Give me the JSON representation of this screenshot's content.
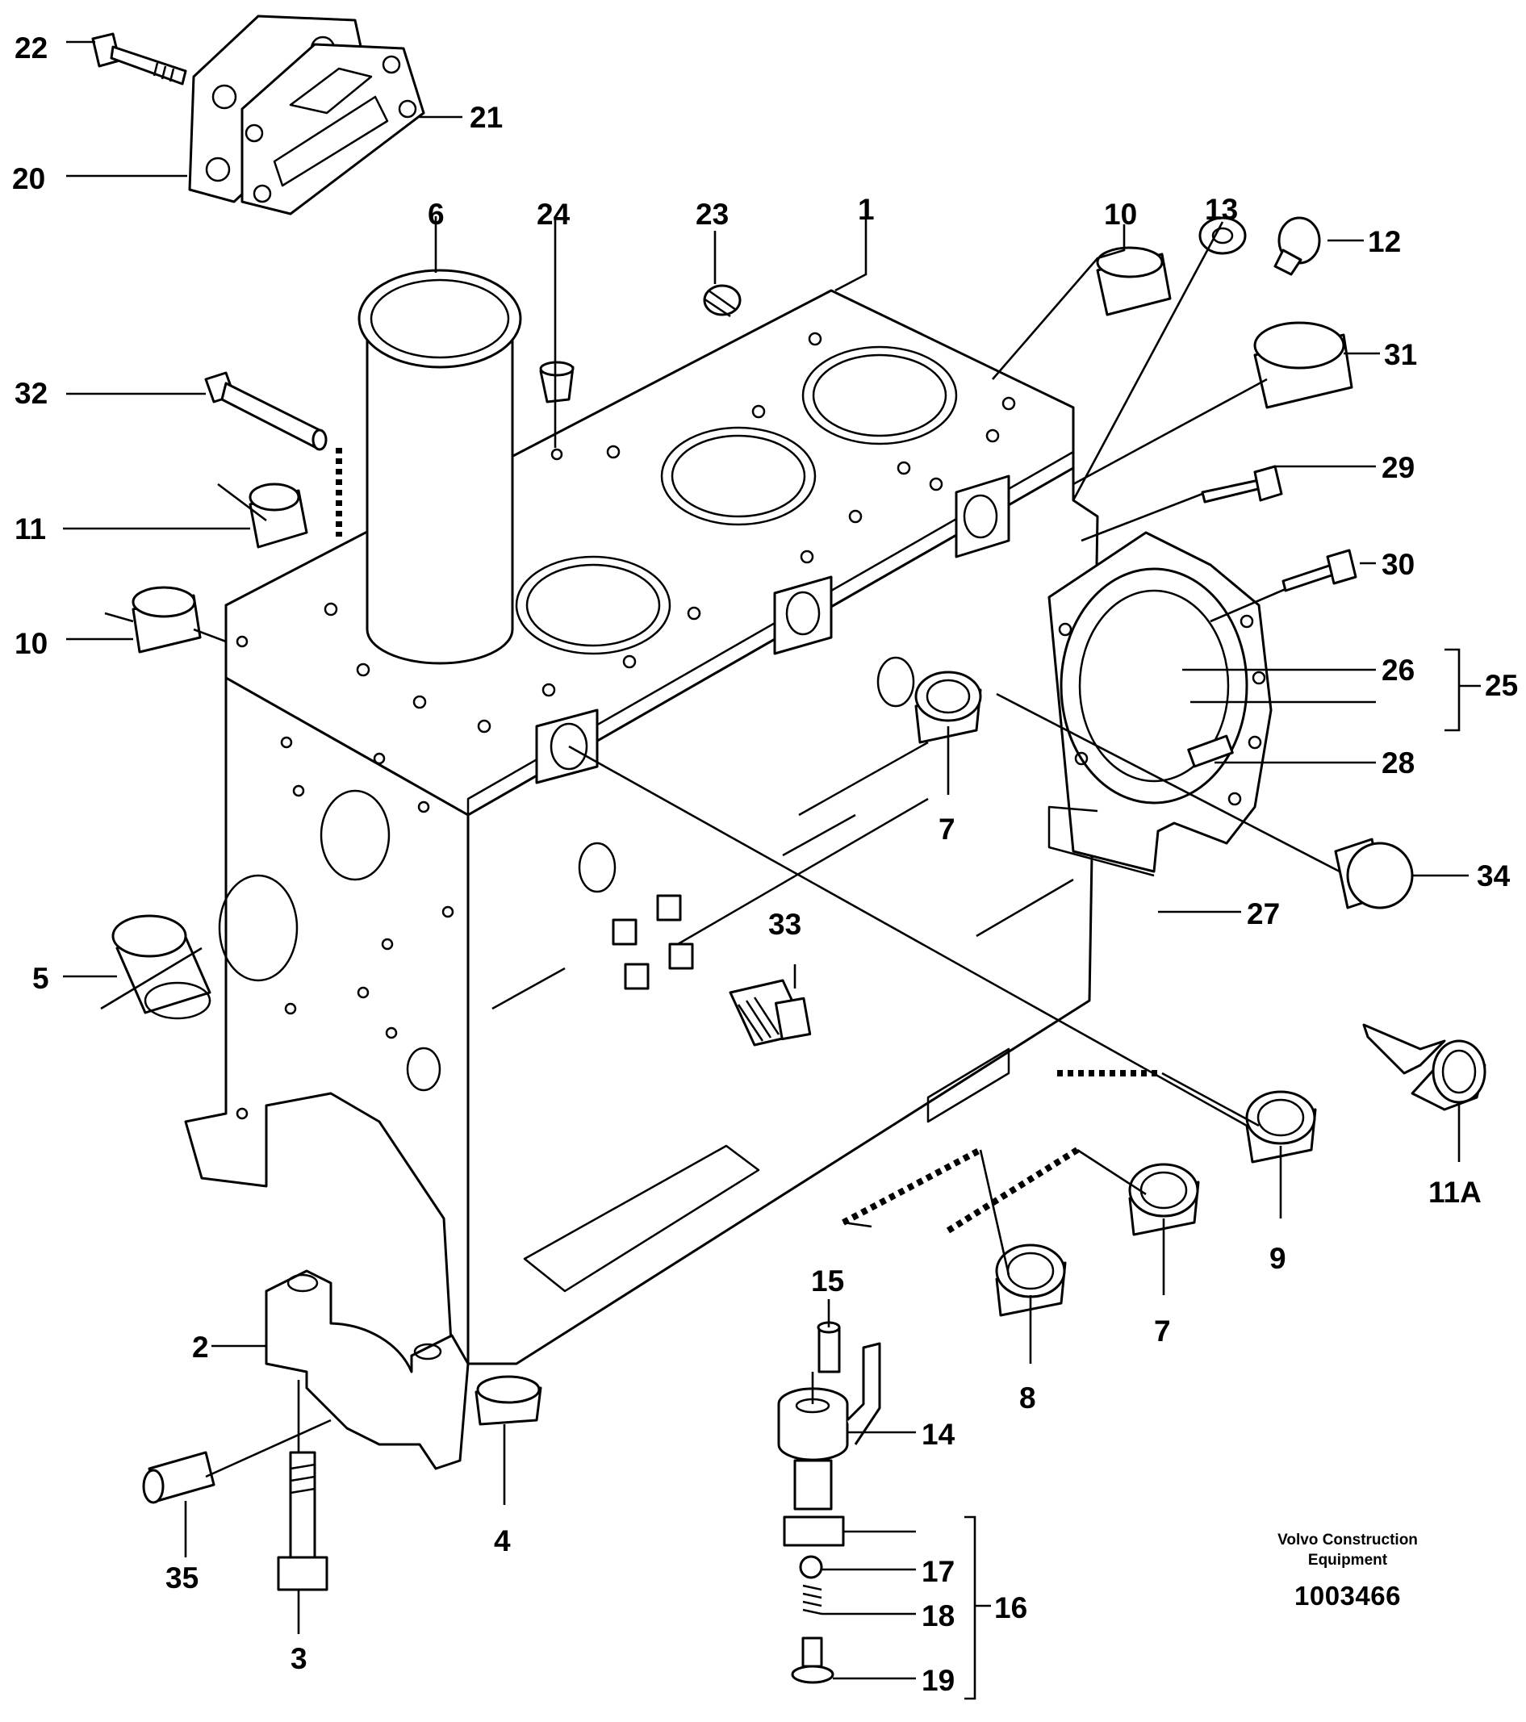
{
  "brand": {
    "line1": "Volvo Construction",
    "line2": "Equipment",
    "illustration_number": "1003466"
  },
  "callouts": {
    "c1": "1",
    "c2": "2",
    "c3": "3",
    "c4": "4",
    "c5": "5",
    "c6": "6",
    "c7a": "7",
    "c7b": "7",
    "c8": "8",
    "c9": "9",
    "c10a": "10",
    "c10b": "10",
    "c11": "11",
    "c11A": "11A",
    "c12": "12",
    "c13": "13",
    "c14": "14",
    "c15": "15",
    "c16": "16",
    "c17": "17",
    "c18": "18",
    "c19": "19",
    "c20": "20",
    "c21": "21",
    "c22": "22",
    "c23": "23",
    "c24": "24",
    "c25": "25",
    "c26": "26",
    "c27": "27",
    "c28": "28",
    "c29": "29",
    "c30": "30",
    "c31": "31",
    "c32": "32",
    "c33": "33",
    "c34": "34",
    "c35": "35"
  }
}
